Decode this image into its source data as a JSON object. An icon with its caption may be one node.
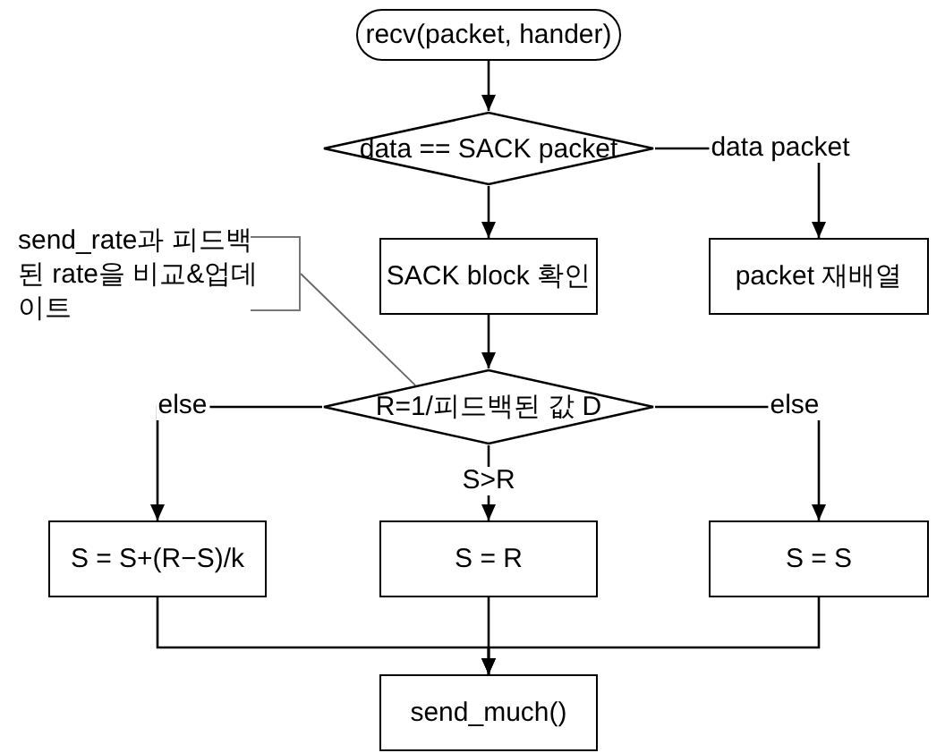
{
  "diagram": {
    "nodes": [
      {
        "text": [
          "recv(packet, hander)"
        ]
      },
      {
        "text": [
          "data == SACK packet"
        ]
      },
      {
        "text": [
          "SACK block 확인"
        ]
      },
      {
        "text": [
          "packet 재배열"
        ]
      },
      {
        "text": [
          "send_rate과 피드백된 rate을 비교&업데이트"
        ]
      },
      {
        "text": [
          "R=1/피드백된 값 D"
        ]
      },
      {
        "text": [
          "S = S+(R−S)/k"
        ]
      },
      {
        "text": [
          "S = R"
        ]
      },
      {
        "text": [
          "S = S"
        ]
      },
      {
        "text": [
          "send_much()"
        ]
      }
    ],
    "edges": [
      {
        "from": 0,
        "to": 1,
        "arrow": "to"
      },
      {
        "from": 1,
        "to": 2,
        "arrow": "to"
      },
      {
        "from": 1,
        "to": 3,
        "arrow": "to",
        "label": "data packet"
      },
      {
        "from": 2,
        "to": 5,
        "arrow": "to"
      },
      {
        "from": 4,
        "to": 5,
        "arrow": "none",
        "color": "#666666"
      },
      {
        "from": 5,
        "to": 6,
        "arrow": "to",
        "label": "else"
      },
      {
        "from": 5,
        "to": 7,
        "arrow": "to",
        "label": "S>R"
      },
      {
        "from": 5,
        "to": 8,
        "arrow": "to",
        "label": "else"
      },
      {
        "from": 6,
        "to": 9,
        "arrow": "to"
      },
      {
        "from": 7,
        "to": 9,
        "arrow": "to"
      },
      {
        "from": 8,
        "to": 9,
        "arrow": "to"
      }
    ]
  }
}
